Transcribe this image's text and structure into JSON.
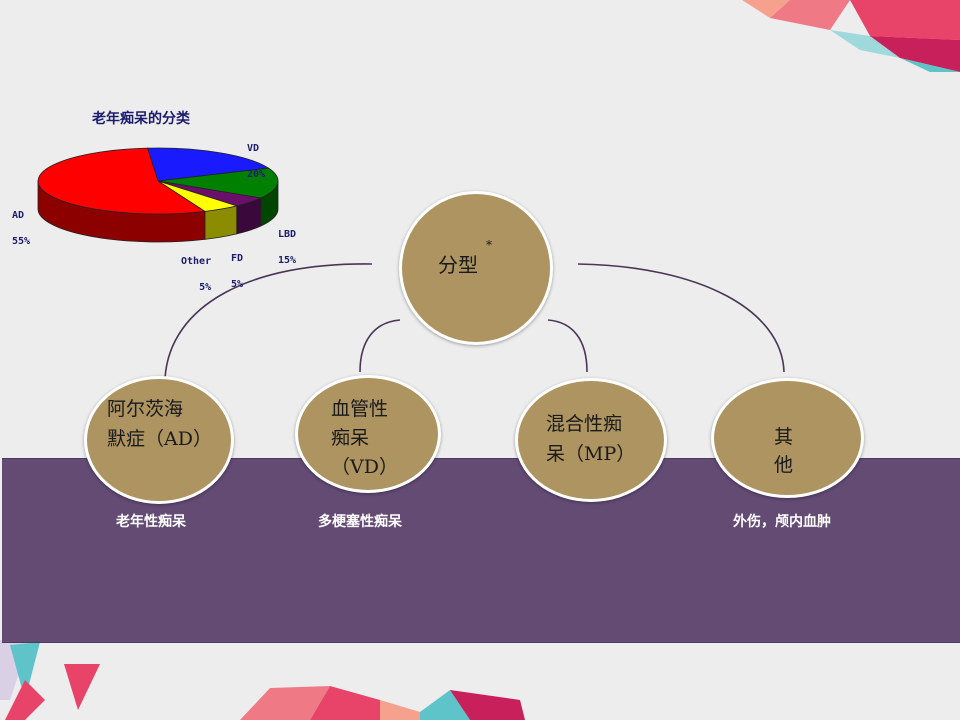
{
  "diagram": {
    "center_label": "分型",
    "center_marker": "*",
    "types": [
      {
        "line1": "阿尔茨海",
        "line2": "默症（AD）",
        "note": "老年性痴呆"
      },
      {
        "line1": "血管性",
        "line2": "痴呆",
        "line3": "（VD）",
        "note": "多梗塞性痴呆"
      },
      {
        "line1": "混合性痴",
        "line2": "呆（MP）",
        "note": ""
      },
      {
        "line1": "其",
        "line2": "他",
        "note": "外伤，颅内血肿"
      }
    ],
    "colors": {
      "circle_fill": "#ad9461",
      "band": "#634b74",
      "connector": "#4a3557"
    }
  },
  "chart_data": {
    "type": "pie",
    "title": "老年痴呆的分类",
    "categories": [
      "AD",
      "VD",
      "LBD",
      "FD",
      "Other"
    ],
    "values": [
      55,
      20,
      15,
      5,
      5
    ],
    "value_labels": [
      "55%",
      "20%",
      "15%",
      "5%",
      "5%"
    ],
    "colors": [
      "#ff0000",
      "#1a1aff",
      "#008000",
      "#6b0f6b",
      "#ffff00"
    ],
    "style": "3d"
  }
}
